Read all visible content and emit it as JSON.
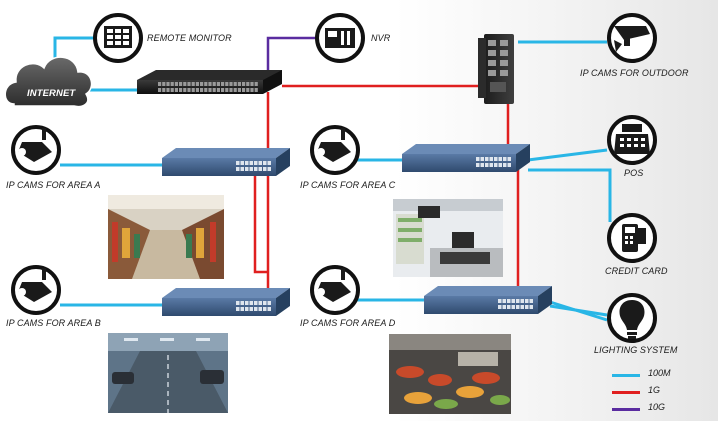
{
  "labels": {
    "internet": "INTERNET",
    "remote_monitor": "REMOTE MONITOR",
    "nvr": "NVR",
    "ip_cams_outdoor": "IP CAMS FOR OUTDOOR",
    "ip_cams_area_a": "IP CAMS FOR AREA A",
    "ip_cams_area_b": "IP CAMS FOR AREA B",
    "ip_cams_area_c": "IP CAMS FOR AREA C",
    "ip_cams_area_d": "IP CAMS FOR AREA D",
    "pos": "POS",
    "credit_card": "CREDIT CARD",
    "lighting_system": "LIGHTING SYSTEM"
  },
  "legend": [
    {
      "label": "100M",
      "color": "#29b6e6"
    },
    {
      "label": "1G",
      "color": "#e01f1f"
    },
    {
      "label": "10G",
      "color": "#5a2ca0"
    }
  ],
  "colors": {
    "link_100m": "#29b6e6",
    "link_1g": "#e01f1f",
    "link_10g": "#5a2ca0",
    "switch_blue": "#3d5a82",
    "core_switch": "#1c1c1c",
    "icon_circle": "#ffffff",
    "icon_ring": "#111111",
    "cloud": "#3a3a3a"
  }
}
